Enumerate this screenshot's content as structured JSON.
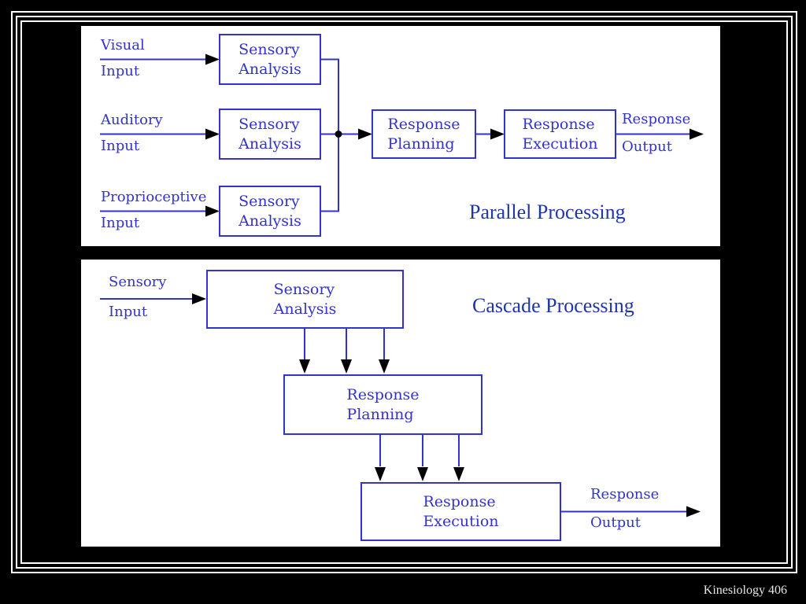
{
  "colors": {
    "diagram_blue": "#3232cc",
    "title_blue": "#1f35aa",
    "arrowhead_black": "#000000",
    "footer_text": "#e6e6e6",
    "slide_background": "#000000",
    "panel_background": "#ffffff"
  },
  "parallel": {
    "title": "Parallel Processing",
    "inputs": [
      {
        "top": "Visual",
        "bottom": "Input"
      },
      {
        "top": "Auditory",
        "bottom": "Input"
      },
      {
        "top": "Proprioceptive",
        "bottom": "Input"
      }
    ],
    "sensory_boxes": [
      "Sensory\nAnalysis",
      "Sensory\nAnalysis",
      "Sensory\nAnalysis"
    ],
    "planning_box": "Response\nPlanning",
    "execution_box": "Response\nExecution",
    "output": {
      "top": "Response",
      "bottom": "Output"
    }
  },
  "cascade": {
    "title": "Cascade Processing",
    "input": {
      "top": "Sensory",
      "bottom": "Input"
    },
    "sensory_box": "Sensory\nAnalysis",
    "planning_box": "Response\nPlanning",
    "execution_box": "Response\nExecution",
    "output": {
      "top": "Response",
      "bottom": "Output"
    }
  },
  "footer": "Kinesiology 406"
}
